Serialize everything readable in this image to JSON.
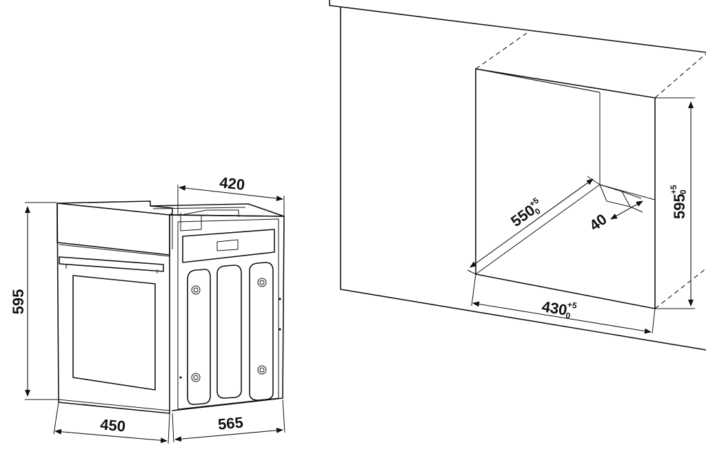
{
  "oven": {
    "height": "595",
    "front_width": "450",
    "depth": "565",
    "top_width": "420"
  },
  "niche": {
    "depth": "550",
    "depth_tol_upper": "+5",
    "depth_tol_lower": "0",
    "width": "430",
    "width_tol_upper": "+5",
    "width_tol_lower": "0",
    "height": "595",
    "height_tol_upper": "+5",
    "height_tol_lower": "0",
    "vent": "40"
  }
}
